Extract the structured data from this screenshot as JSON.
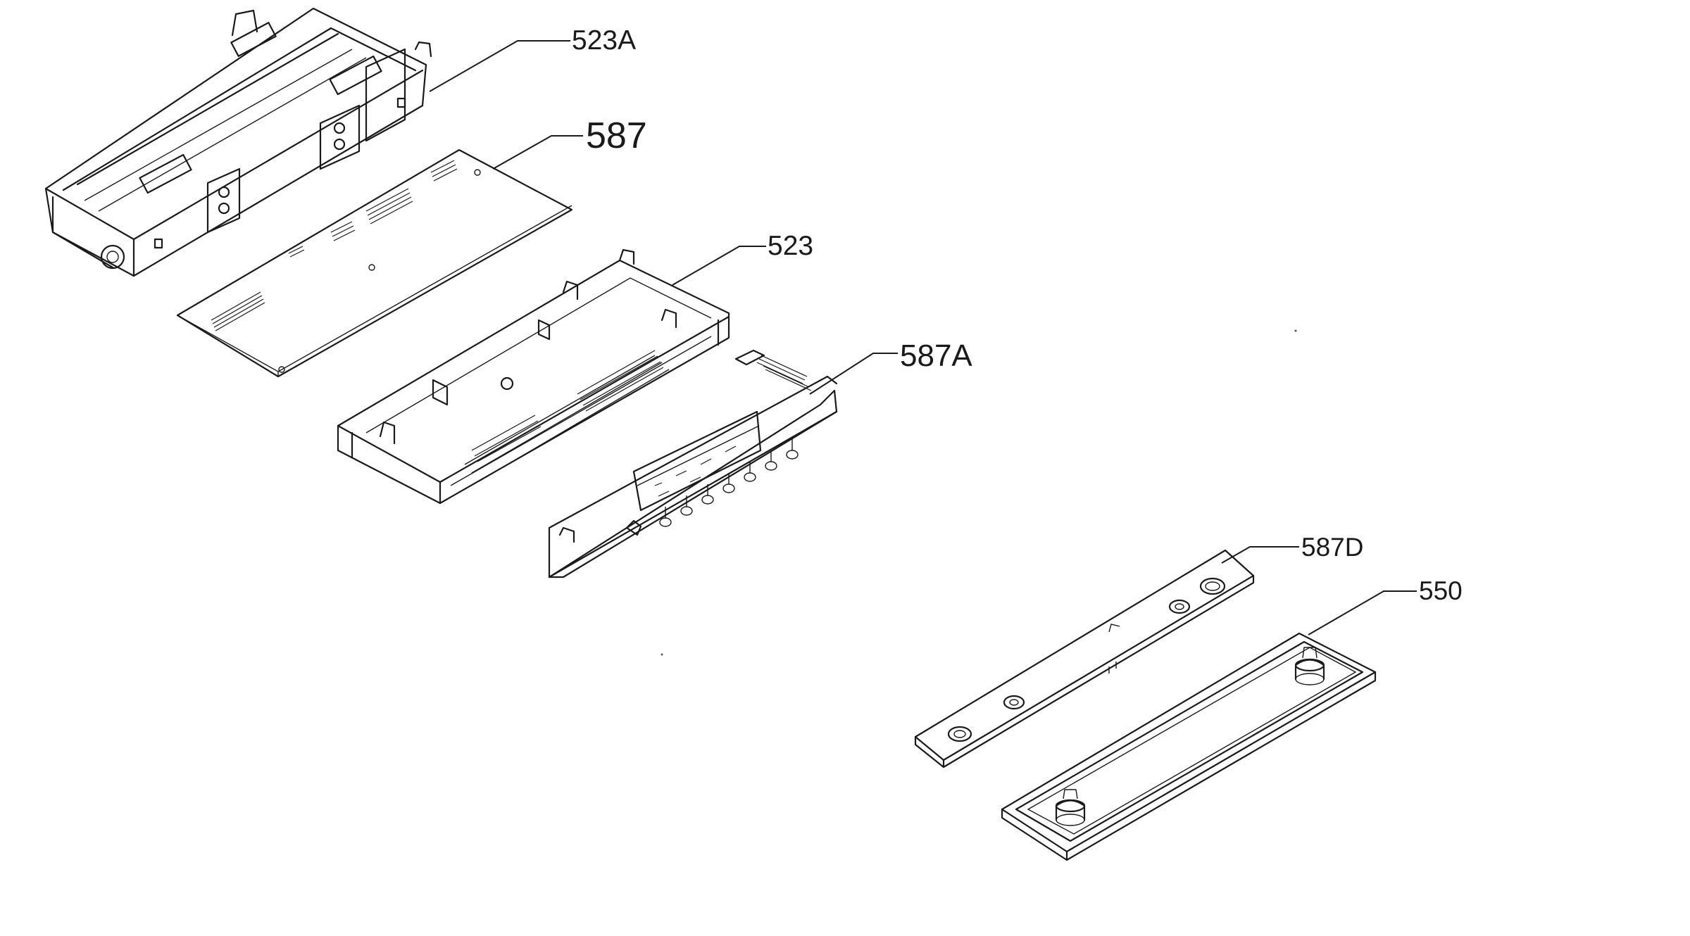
{
  "callouts": {
    "c523a": "523A",
    "c587": "587",
    "c523": "523",
    "c587a": "587A",
    "c587d": "587D",
    "c550": "550"
  },
  "colors": {
    "line": "#1a1a1a",
    "background": "#ffffff"
  }
}
